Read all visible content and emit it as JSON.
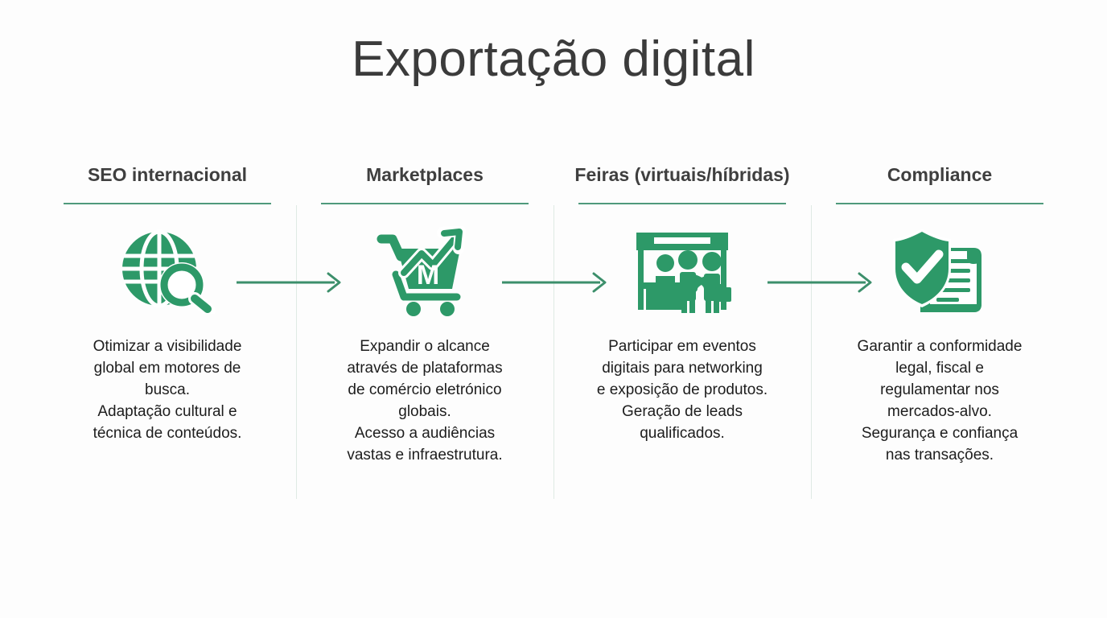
{
  "slide": {
    "title": "Exportação digital",
    "background_color": "#fdfdfd",
    "accent_color": "#2d9968",
    "rule_color": "#4f9a7c",
    "divider_color": "#dfeae4",
    "title_color": "#3b3b3b"
  },
  "columns": [
    {
      "heading": "SEO internacional",
      "icon": "globe-search-icon",
      "desc_lines": [
        "Otimizar a visibilidade",
        "global em motores de",
        "busca.",
        "Adaptação cultural e",
        "técnica de conteúdos."
      ],
      "description": "Otimizar a visibilidade global em motores de busca. Adaptação cultural e técnica de conteúdos."
    },
    {
      "heading": "Marketplaces",
      "icon": "shopping-cart-growth-icon",
      "icon_letter": "M",
      "desc_lines": [
        "Expandir o alcance",
        "através de plataformas",
        "de comércio eletrónico",
        "globais.",
        "Acesso a audiências",
        "vastas e infraestrutura."
      ],
      "description": "Expandir o alcance através de plataformas de comércio eletrónico globais. Acesso a audiências vastas e infraestrutura."
    },
    {
      "heading": "Feiras (virtuais/híbridas)",
      "icon": "trade-fair-booth-icon",
      "desc_lines": [
        "Participar em eventos",
        "digitais para networking",
        "e exposição de produtos.",
        "Geração de leads",
        "qualificados."
      ],
      "description": "Participar em eventos digitais para networking e exposição de produtos. Geração de leads qualificados."
    },
    {
      "heading": "Compliance",
      "icon": "shield-check-document-icon",
      "desc_lines": [
        "Garantir a conformidade",
        "legal, fiscal e",
        "regulamentar nos",
        "mercados-alvo.",
        "Segurança e confiança",
        "nas transações."
      ],
      "description": "Garantir a conformidade legal, fiscal e regulamentar nos mercados-alvo. Segurança e confiança nas transações."
    }
  ],
  "arrows": [
    {
      "name": "arrow-seo-to-marketplaces"
    },
    {
      "name": "arrow-marketplaces-to-feiras"
    },
    {
      "name": "arrow-feiras-to-compliance"
    }
  ]
}
